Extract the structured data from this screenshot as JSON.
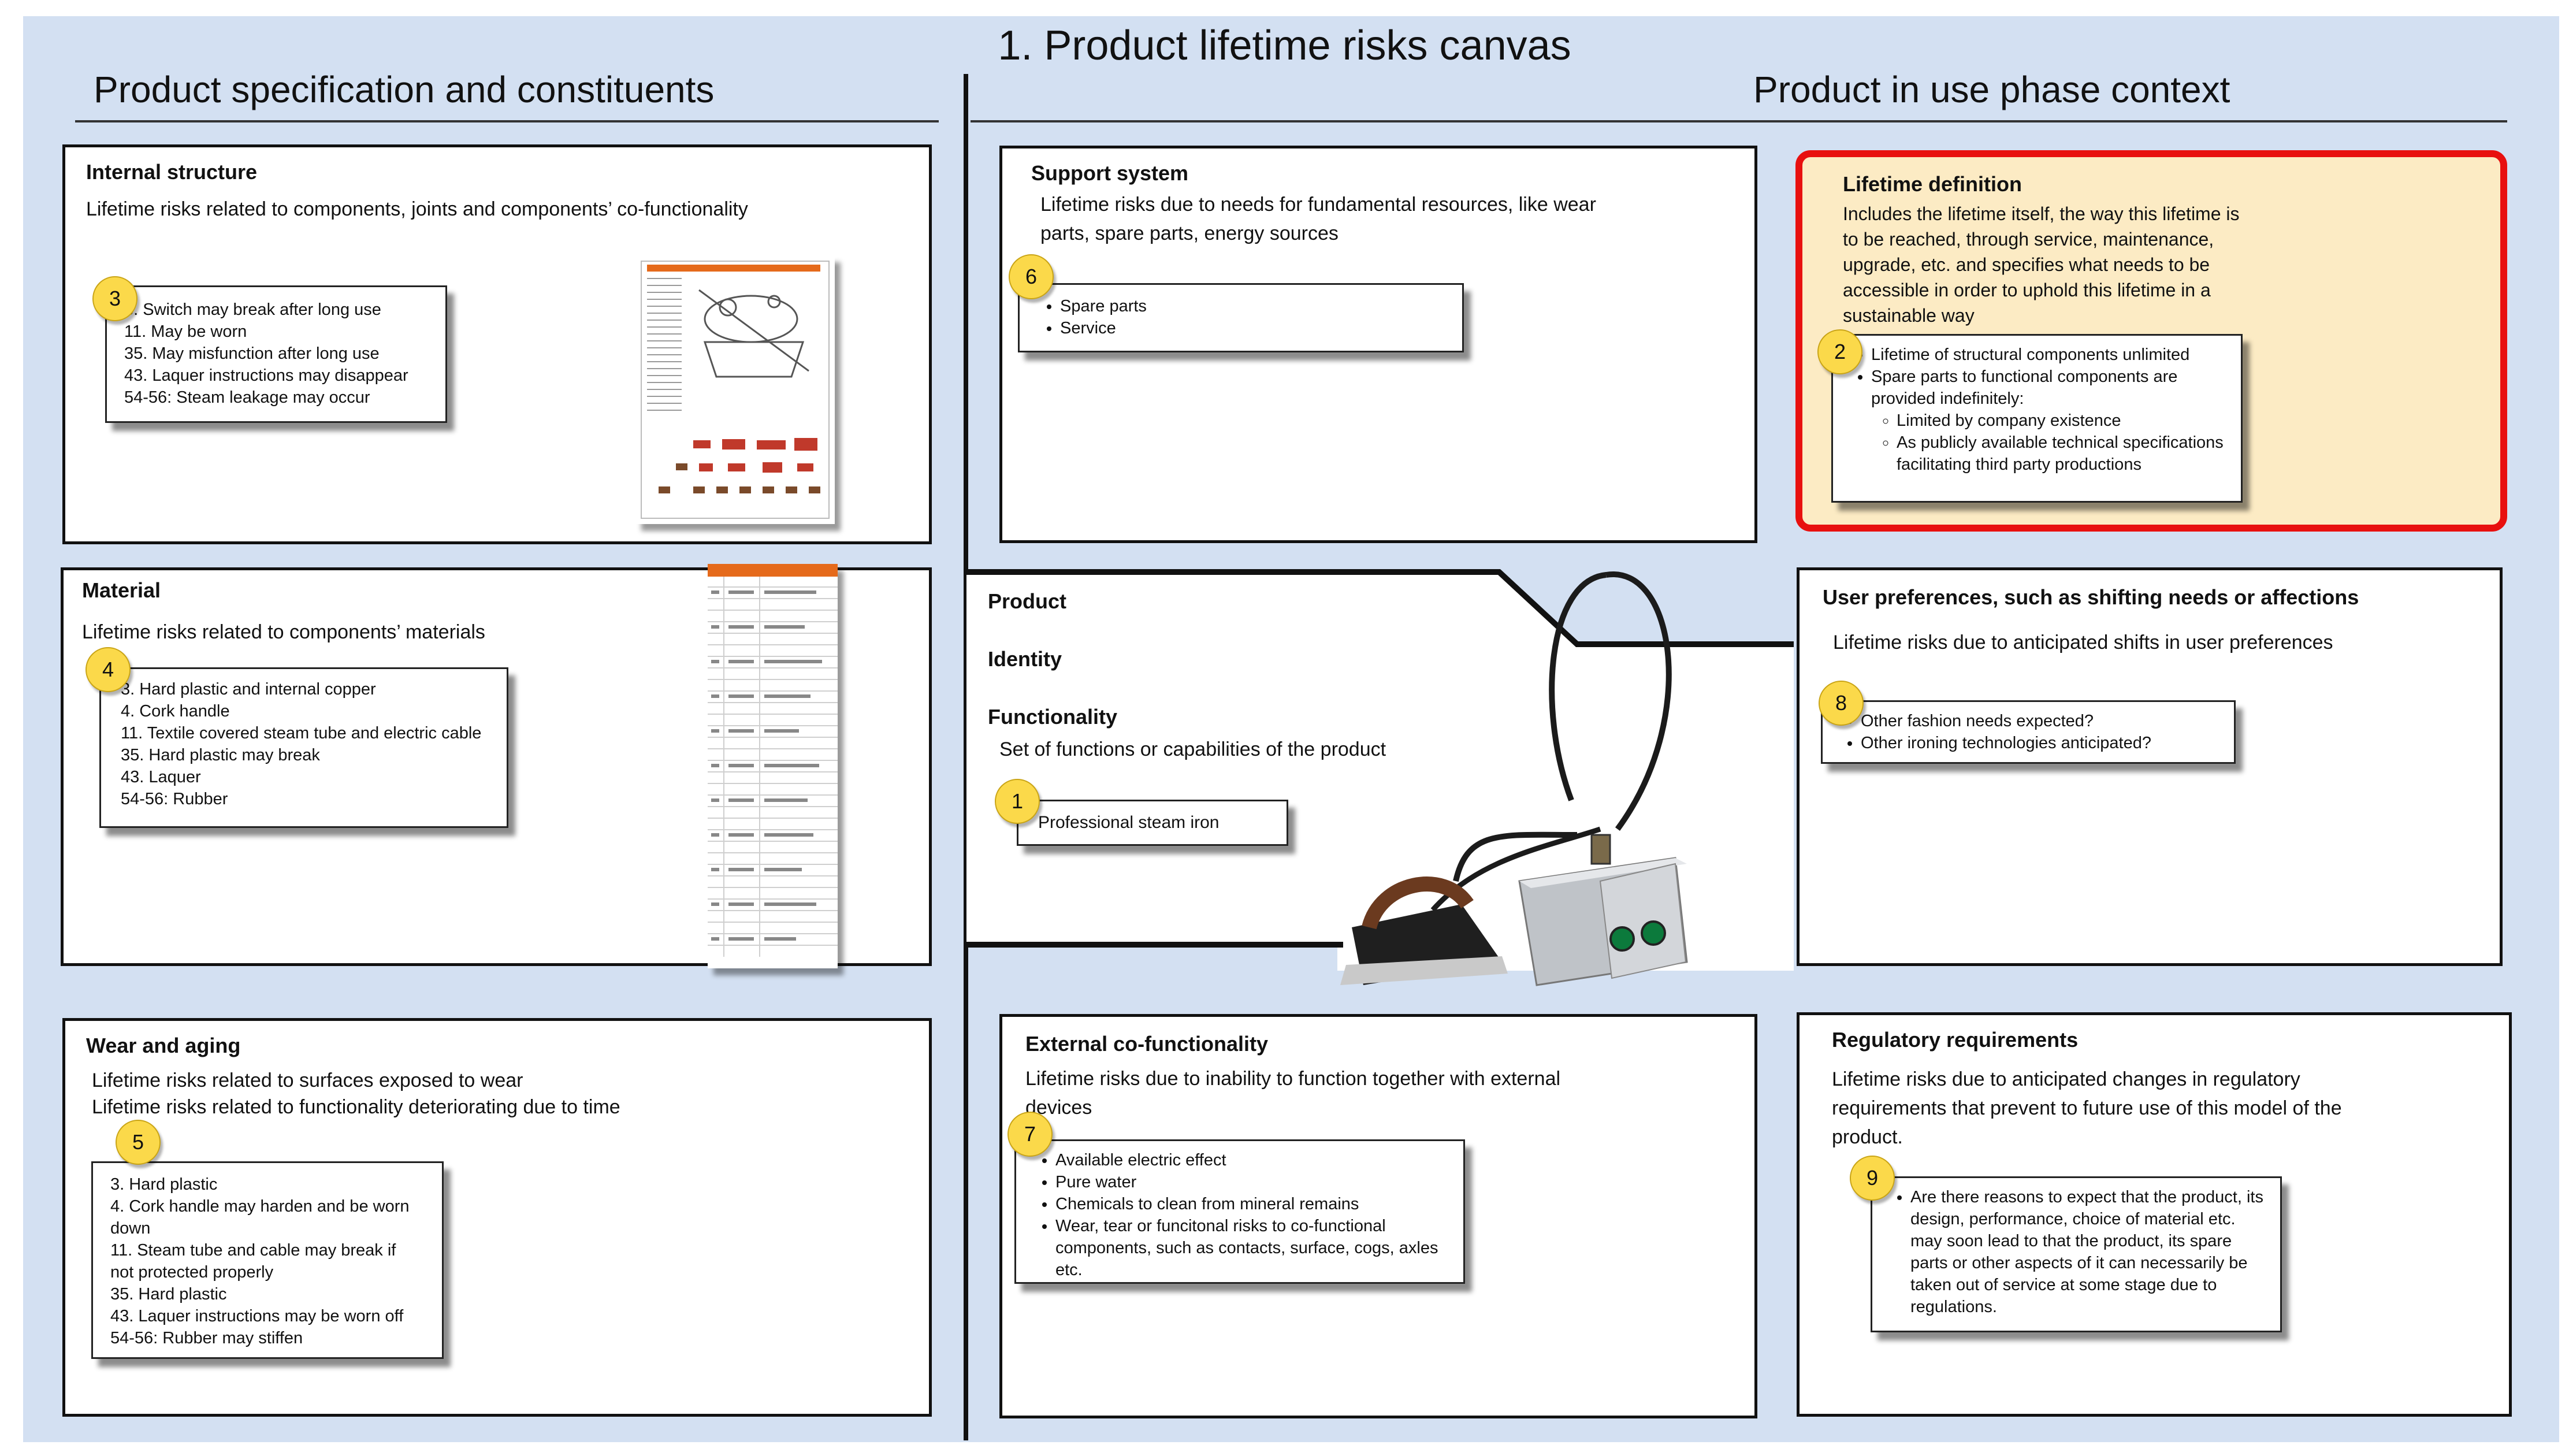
{
  "title": "1. Product lifetime risks canvas",
  "left_section": "Product specification and constituents",
  "right_section": "Product in use phase context",
  "internal_structure": {
    "title": "Internal structure",
    "desc": "Lifetime risks related to components, joints and components’ co-functionality",
    "badge": "3",
    "items": [
      "3. Switch may break after long use",
      "11. May be worn",
      "35. May misfunction after long use",
      "43. Laquer instructions may disappear",
      "54-56: Steam leakage may occur"
    ]
  },
  "material": {
    "title": "Material",
    "desc": "Lifetime risks related to components’ materials",
    "badge": "4",
    "items": [
      "3. Hard plastic and internal copper",
      "4. Cork handle",
      "11. Textile covered steam tube and electric cable",
      "35. Hard plastic may break",
      "43. Laquer",
      "54-56: Rubber"
    ]
  },
  "wear": {
    "title": "Wear and aging",
    "desc1": "Lifetime risks related to surfaces exposed to wear",
    "desc2": "Lifetime risks related to functionality deteriorating due to time",
    "badge": "5",
    "items": [
      "3. Hard plastic",
      "4. Cork handle may harden and be worn",
      "down",
      "11. Steam tube and cable may break if",
      "not protected properly",
      "35. Hard plastic",
      "43. Laquer instructions may be worn off",
      "54-56: Rubber may stiffen"
    ]
  },
  "support": {
    "title": "Support system",
    "desc1": "Lifetime risks due to needs for fundamental resources, like wear",
    "desc2": "parts, spare parts, energy sources",
    "badge": "6",
    "items": [
      "Spare parts",
      "Service"
    ]
  },
  "product": {
    "product_label": "Product",
    "identity_label": "Identity",
    "functionality_label": "Functionality",
    "functionality_desc": "Set of functions or capabilities of the product",
    "badge": "1",
    "value": "Professional steam iron"
  },
  "external": {
    "title": "External co-functionality",
    "desc1": "Lifetime risks due to inability to function together with external",
    "desc2": "devices",
    "badge": "7",
    "items": [
      "Available electric effect",
      "Pure water",
      "Chemicals to clean from mineral remains",
      "Wear, tear or funcitonal risks to co-functional components, such as contacts, surface, cogs, axles etc."
    ]
  },
  "lifetime": {
    "title": "Lifetime definition",
    "desc": [
      "Includes the lifetime itself, the way this lifetime is",
      "to be reached, through service, maintenance,",
      "upgrade, etc. and specifies what needs to be",
      "accessible in order to uphold this lifetime in a",
      "sustainable way"
    ],
    "badge": "2",
    "item1": "Lifetime of structural components unlimited",
    "item2": "Spare parts to functional components are provided indefinitely:",
    "sub1": "Limited by company existence",
    "sub2": "As publicly available technical specifications facilitating third party productions"
  },
  "user_pref": {
    "title": "User preferences, such as shifting needs or affections",
    "desc": "Lifetime risks due to anticipated shifts in user preferences",
    "badge": "8",
    "items": [
      "Other fashion needs expected?",
      "Other ironing technologies anticipated?"
    ]
  },
  "regulatory": {
    "title": "Regulatory requirements",
    "desc": [
      "Lifetime risks due to anticipated changes in regulatory",
      "requirements that prevent to future use of this model of the",
      "product."
    ],
    "badge": "9",
    "item": "Are there reasons to expect that the product, its design, performance, choice of material etc. may soon lead to that the product, its spare parts or other aspects of it can necessarily be taken out of service at some stage due to regulations."
  },
  "colors": {
    "background": "#d3e0f2",
    "badge": "#fbd94a",
    "highlight_fill": "#fcebc4",
    "highlight_border": "#e8100f"
  },
  "icons": [
    "exploded-parts-diagram",
    "parts-list-table",
    "steam-iron-station"
  ]
}
